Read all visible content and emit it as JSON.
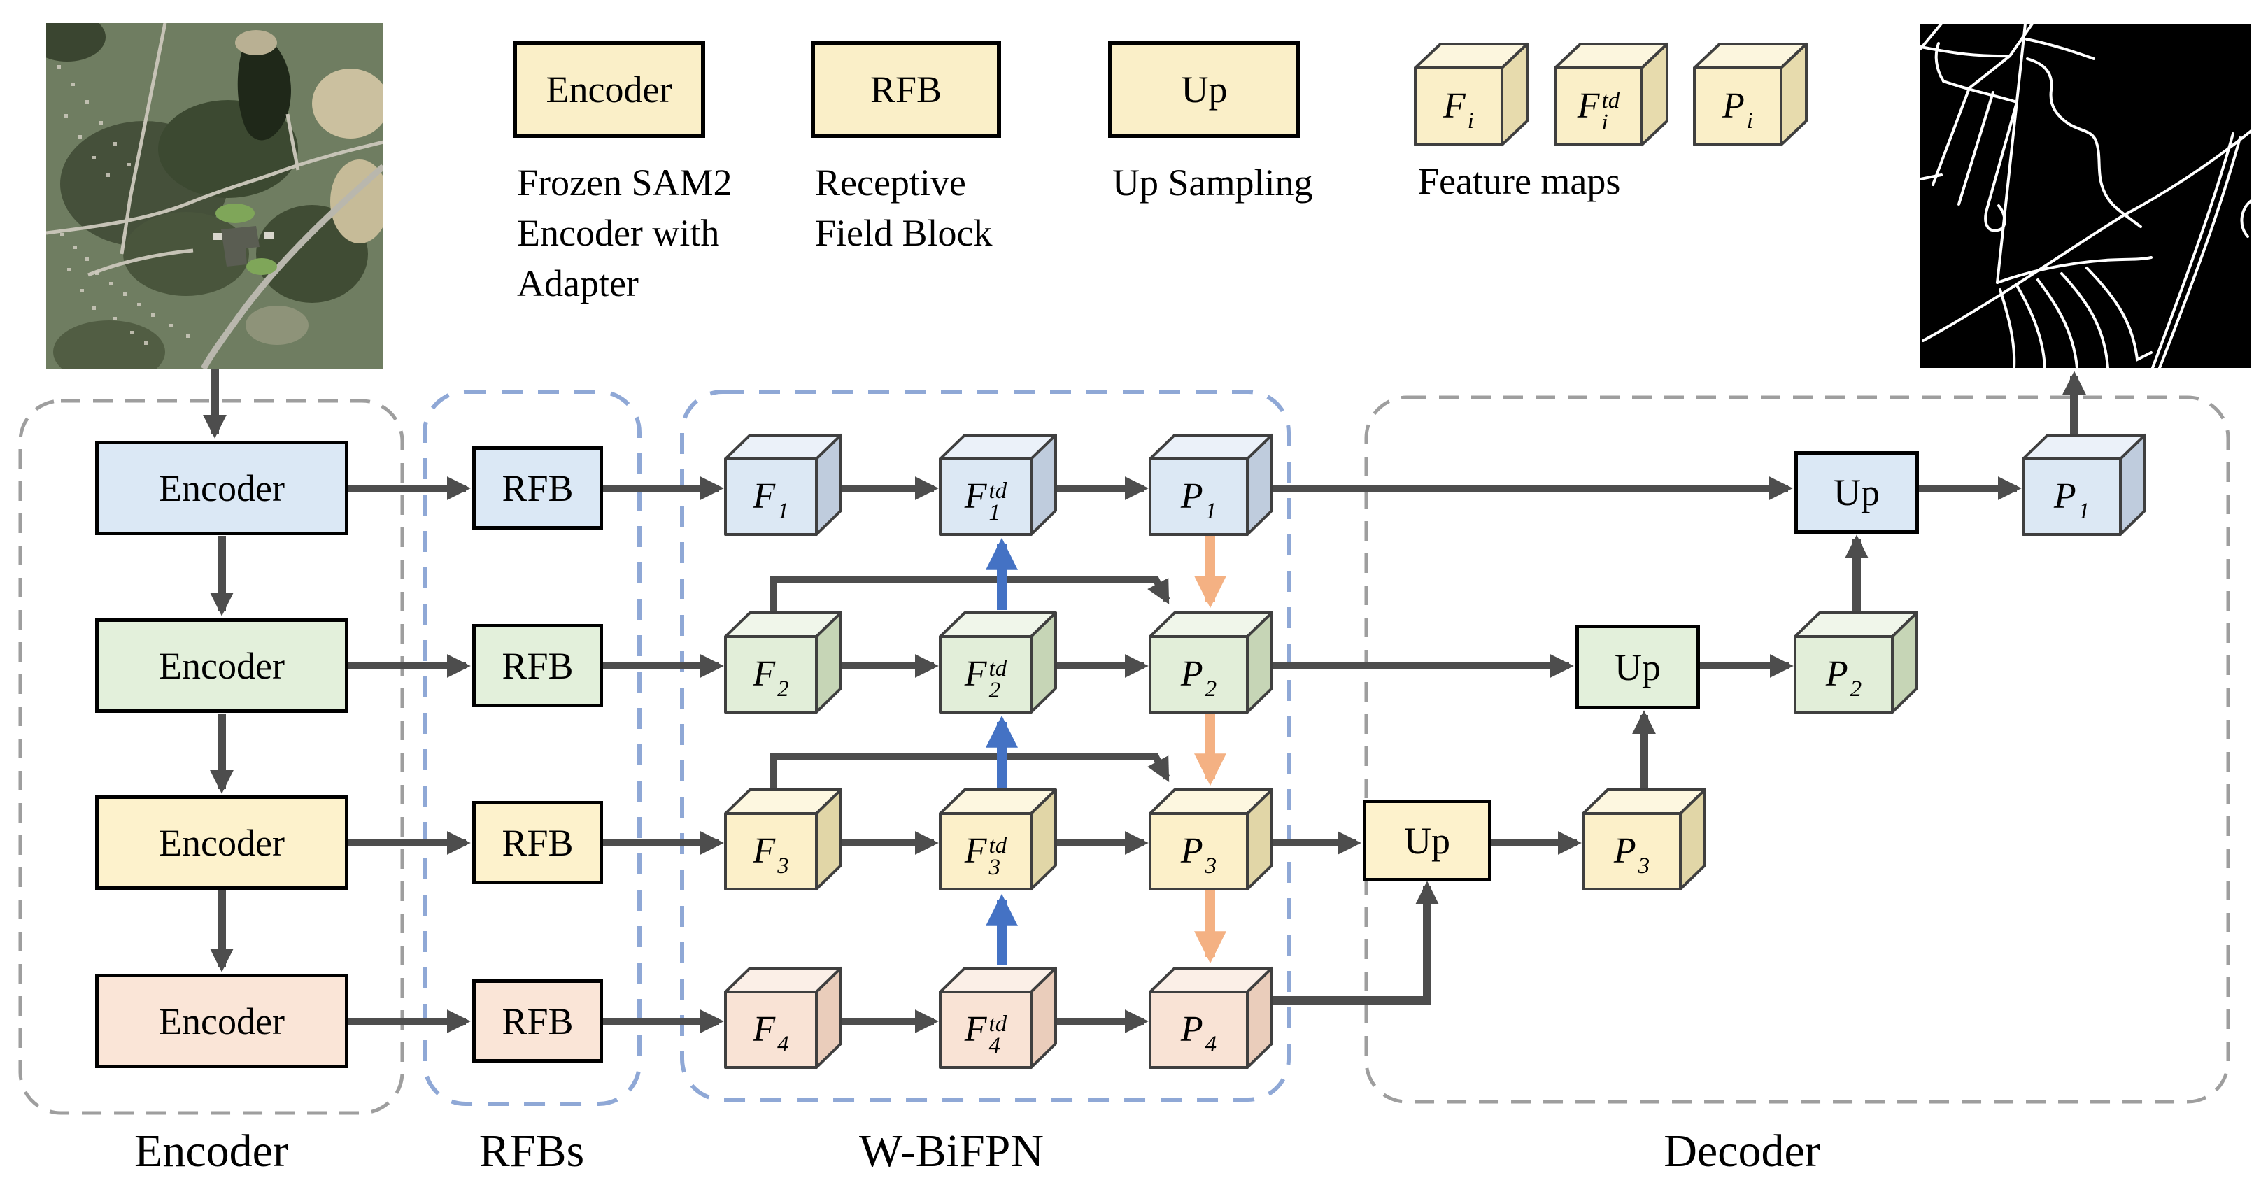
{
  "legend": {
    "items": [
      {
        "label": "Encoder",
        "desc_lines": [
          "Frozen SAM2",
          "Encoder with",
          "Adapter"
        ]
      },
      {
        "label": "RFB",
        "desc_lines": [
          "Receptive",
          "Field Block"
        ]
      },
      {
        "label": "Up",
        "desc_lines": [
          "Up Sampling"
        ]
      }
    ],
    "feature_maps_caption": "Feature maps",
    "cubes": [
      {
        "base": "F",
        "sub": "i",
        "sup": ""
      },
      {
        "base": "F",
        "sub": "i",
        "sup": "td"
      },
      {
        "base": "P",
        "sub": "i",
        "sup": ""
      }
    ]
  },
  "sections": {
    "encoder": "Encoder",
    "rfbs": "RFBs",
    "wbifpn": "W-BiFPN",
    "decoder": "Decoder"
  },
  "rows": [
    {
      "encoder_label": "Encoder",
      "rfb_label": "RFB",
      "f": {
        "base": "F",
        "sub": "1",
        "sup": ""
      },
      "ftd": {
        "base": "F",
        "sub": "1",
        "sup": "td"
      },
      "p": {
        "base": "P",
        "sub": "1",
        "sup": ""
      }
    },
    {
      "encoder_label": "Encoder",
      "rfb_label": "RFB",
      "f": {
        "base": "F",
        "sub": "2",
        "sup": ""
      },
      "ftd": {
        "base": "F",
        "sub": "2",
        "sup": "td"
      },
      "p": {
        "base": "P",
        "sub": "2",
        "sup": ""
      }
    },
    {
      "encoder_label": "Encoder",
      "rfb_label": "RFB",
      "f": {
        "base": "F",
        "sub": "3",
        "sup": ""
      },
      "ftd": {
        "base": "F",
        "sub": "3",
        "sup": "td"
      },
      "p": {
        "base": "P",
        "sub": "3",
        "sup": ""
      }
    },
    {
      "encoder_label": "Encoder",
      "rfb_label": "RFB",
      "f": {
        "base": "F",
        "sub": "4",
        "sup": ""
      },
      "ftd": {
        "base": "F",
        "sub": "4",
        "sup": "td"
      },
      "p": {
        "base": "P",
        "sub": "4",
        "sup": ""
      }
    }
  ],
  "decoder": {
    "up_labels": [
      "Up",
      "Up",
      "Up"
    ],
    "p_cubes": [
      {
        "base": "P",
        "sub": "3",
        "sup": ""
      },
      {
        "base": "P",
        "sub": "2",
        "sup": ""
      },
      {
        "base": "P",
        "sub": "1",
        "sup": ""
      }
    ]
  },
  "colors": {
    "arrow_dark": "#4D4D4D",
    "arrow_blue": "#4472C4",
    "arrow_orange": "#F4B183",
    "dash_gray": "#9E9E9E",
    "dash_blue": "#8FA8D6",
    "legend_fill": "#FAEFC8",
    "legend_cube_top": "#FCF6DE",
    "legend_cube_side": "#E7DBAD",
    "rows": [
      {
        "box": "#DBE8F5",
        "cube_front": "#DCE8F4",
        "cube_top": "#EBF1F9",
        "cube_side": "#BFCCDD"
      },
      {
        "box": "#E3F0DB",
        "cube_front": "#E2EED9",
        "cube_top": "#F0F6EA",
        "cube_side": "#C6D5B6"
      },
      {
        "box": "#FDF2CC",
        "cube_front": "#FCF0C9",
        "cube_top": "#FDF7E0",
        "cube_side": "#E1D6A7"
      },
      {
        "box": "#FAE5D7",
        "cube_front": "#F9E3D5",
        "cube_top": "#FBEFE7",
        "cube_side": "#EACDBB"
      }
    ]
  }
}
